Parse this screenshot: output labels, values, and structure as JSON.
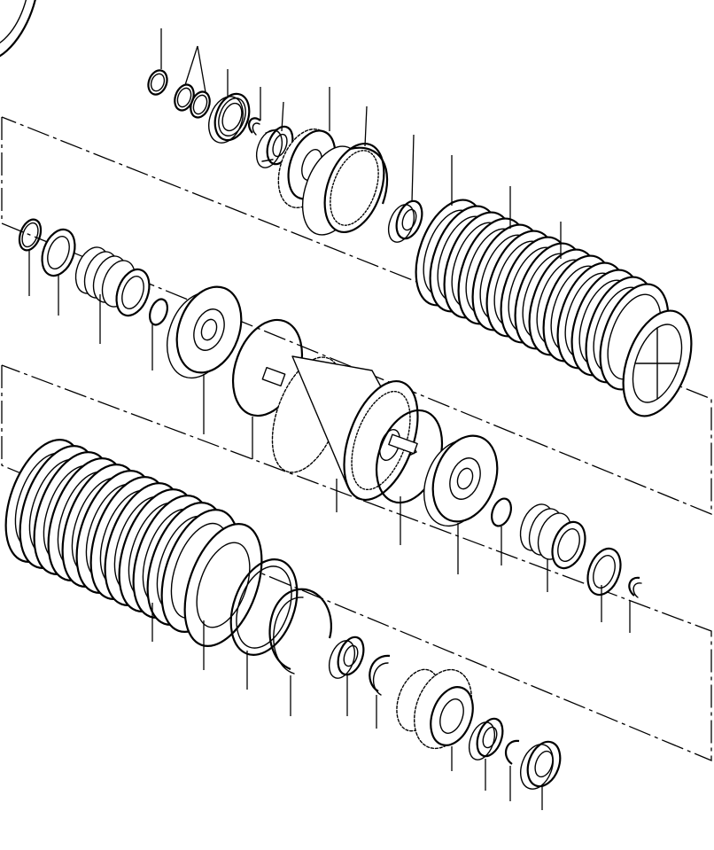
{
  "diagram": {
    "type": "exploded-parts-view",
    "subject": "transmission-clutch-pack",
    "line_color": "#000000",
    "background_color": "#ffffff",
    "callout_count": 38
  }
}
